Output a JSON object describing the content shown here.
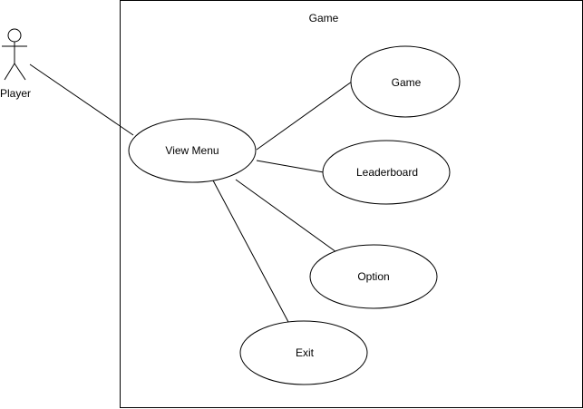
{
  "diagram": {
    "type": "use-case",
    "system": {
      "title": "Game"
    },
    "actor": {
      "name": "Player"
    },
    "use_cases": {
      "view_menu": "View Menu",
      "game": "Game",
      "leaderboard": "Leaderboard",
      "option": "Option",
      "exit": "Exit"
    },
    "colors": {
      "stroke": "#000000",
      "fill": "#ffffff",
      "text": "#000000"
    }
  }
}
